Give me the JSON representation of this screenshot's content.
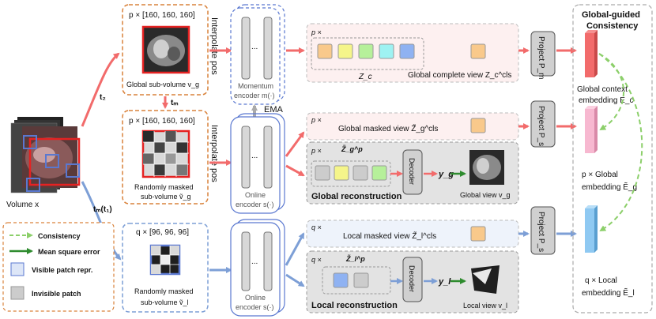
{
  "volume_label": "Volume x",
  "branch_labels": {
    "t2": "t₂",
    "tm": "tₘ",
    "tm_t1": "tₘ(t₁)"
  },
  "global_volume": {
    "size": "p × [160, 160, 160]",
    "caption": "Global sub-volume v_g"
  },
  "masked_global_volume": {
    "size": "p × [160, 160, 160]",
    "caption1": "Randomly masked",
    "caption2": "sub-volume ṽ_g"
  },
  "local_volume": {
    "size": "q × [96, 96, 96]",
    "caption1": "Randomly masked",
    "caption2": "sub-volume ṽ_l"
  },
  "interpolate_pos_1": "Interpolate pos",
  "interpolate_pos_2": "Interpolate pos",
  "momentum_encoder": {
    "line1": "Momentum",
    "line2": "encoder m(·)"
  },
  "online_encoder_1": {
    "line1": "Online",
    "line2": "encoder s(·)"
  },
  "online_encoder_2": {
    "line1": "Online",
    "line2": "encoder s(·)"
  },
  "ellipsis": "...",
  "ema_label": "EMA",
  "global_complete": {
    "prefix": "p ×",
    "zc": "Z_c",
    "caption": "Global complete view Z_c^cls"
  },
  "global_masked": {
    "prefix": "p ×",
    "caption": "Global masked view Z̃_g^cls"
  },
  "global_recon": {
    "prefix": "p ×",
    "zg": "Z̃_g^p",
    "decoder": "Decoder",
    "y": "y_g",
    "title": "Global reconstruction",
    "view": "Global view v_g"
  },
  "local_masked": {
    "prefix": "q ×",
    "caption": "Local masked view Z̃_l^cls"
  },
  "local_recon": {
    "prefix": "q ×",
    "zl": "Z̃_l^p",
    "decoder": "Decoder",
    "y": "y_l",
    "title": "Local reconstruction",
    "view": "Local view v_l"
  },
  "projectors": {
    "pm": "Project P_m",
    "ps1": "Project P_s",
    "ps2": "Project P_s"
  },
  "consistency_panel": {
    "title1": "Global-guided",
    "title2": "Consistency",
    "global_context1": "Global context",
    "global_context2": "embedding E_c",
    "global_emb1": "p × Global",
    "global_emb2": "embedding Ẽ_g",
    "local_emb1": "q × Local",
    "local_emb2": "embedding Ẽ_l"
  },
  "legend": [
    {
      "label": "Consistency",
      "icon": "dashed-arrow"
    },
    {
      "label": "Mean square error",
      "icon": "solid-arrow"
    },
    {
      "label": "Visible patch repr.",
      "icon": "visible-square"
    },
    {
      "label": "Invisible patch",
      "icon": "invisible-square"
    }
  ],
  "colors": {
    "red": "#f26b6b",
    "orange": "#d9823b",
    "blue": "#7d9fd6",
    "green": "#2e8b2e",
    "dash_green": "#8ccf6a",
    "token_orange": "#f9c98b",
    "token_yellow": "#f5f58a",
    "token_green": "#b6f09a",
    "token_cyan": "#9ef2f2",
    "token_blue": "#8fb2f2",
    "pink_bar": "#f7b8d0",
    "blue_bar": "#8fc9f2"
  }
}
